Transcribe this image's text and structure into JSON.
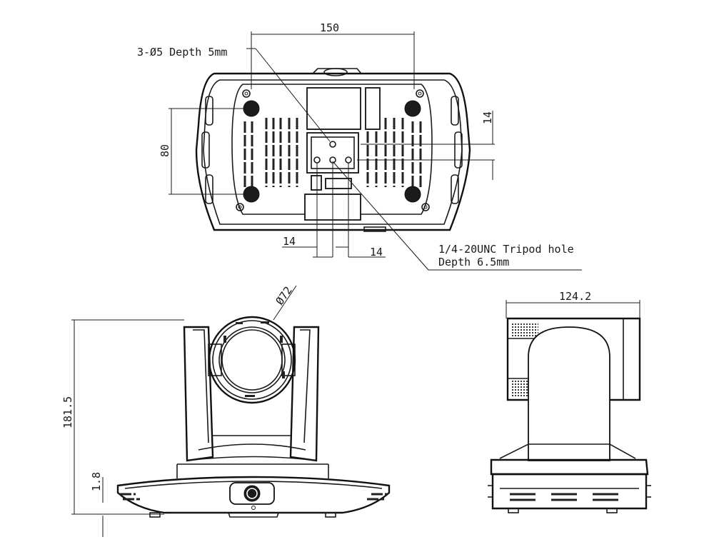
{
  "dimensions": {
    "top_width": "150",
    "mount_holes": "3-Ø5 Depth 5mm",
    "side_80": "80",
    "right_14": "14",
    "bottom_14_left": "14",
    "bottom_14_right": "14",
    "tripod_line1": "1/4-20UNC Tripod hole",
    "tripod_line2": "Depth 6.5mm",
    "lens_dia": "Ø72",
    "height_total": "181.5",
    "base_gap": "1.8",
    "side_width": "124.2"
  }
}
